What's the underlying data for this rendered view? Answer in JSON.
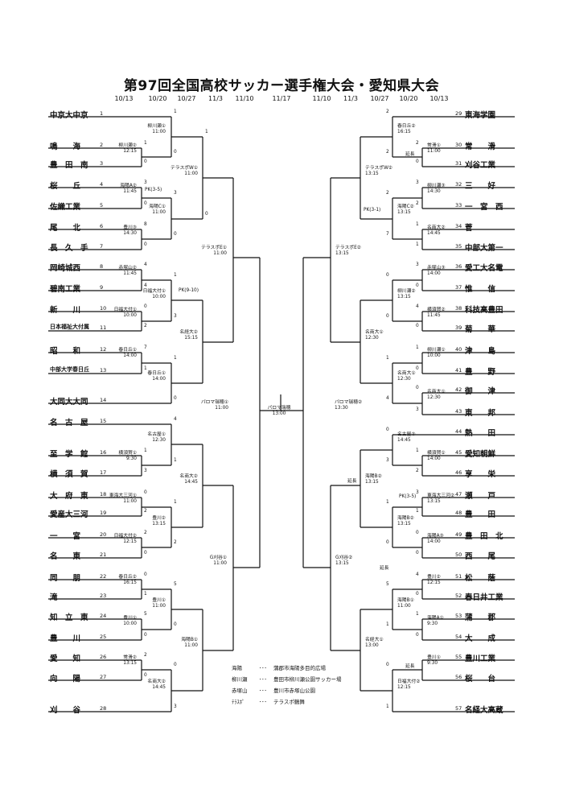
{
  "title": "第97回全国高校サッカー選手権大会・愛知県大会",
  "dates_left": [
    "10/13",
    "10/20",
    "10/27",
    "11/3",
    "11/10"
  ],
  "center_date": "11/17",
  "dates_right": [
    "11/10",
    "11/3",
    "10/27",
    "10/20",
    "10/13"
  ],
  "teams_left": [
    {
      "n": "1",
      "name": "中京大中京"
    },
    {
      "n": "2",
      "name": "鳴　　海"
    },
    {
      "n": "3",
      "name": "豊　田　南"
    },
    {
      "n": "4",
      "name": "桜　　丘"
    },
    {
      "n": "5",
      "name": "佐織工業"
    },
    {
      "n": "6",
      "name": "尾　　北"
    },
    {
      "n": "7",
      "name": "長　久　手"
    },
    {
      "n": "8",
      "name": "岡崎城西"
    },
    {
      "n": "9",
      "name": "碧南工業"
    },
    {
      "n": "10",
      "name": "新　　川"
    },
    {
      "n": "11",
      "name": "日本福祉大付属"
    },
    {
      "n": "12",
      "name": "昭　　和"
    },
    {
      "n": "13",
      "name": "中部大学春日丘"
    },
    {
      "n": "14",
      "name": "大同大大同"
    },
    {
      "n": "15",
      "name": "名　古　屋"
    },
    {
      "n": "16",
      "name": "至　学　館"
    },
    {
      "n": "17",
      "name": "横　須　賀"
    },
    {
      "n": "18",
      "name": "大　府　東"
    },
    {
      "n": "19",
      "name": "愛産大三河"
    },
    {
      "n": "20",
      "name": "一　　宮"
    },
    {
      "n": "21",
      "name": "名　　東"
    },
    {
      "n": "22",
      "name": "同　　朋"
    },
    {
      "n": "23",
      "name": "滝"
    },
    {
      "n": "24",
      "name": "知　立　東"
    },
    {
      "n": "25",
      "name": "豊　　川"
    },
    {
      "n": "26",
      "name": "愛　　知"
    },
    {
      "n": "27",
      "name": "向　　陽"
    },
    {
      "n": "28",
      "name": "刈　　谷"
    }
  ],
  "teams_right": [
    {
      "n": "29",
      "name": "東海学園"
    },
    {
      "n": "30",
      "name": "常　　滑"
    },
    {
      "n": "31",
      "name": "刈谷工業"
    },
    {
      "n": "32",
      "name": "三　　好"
    },
    {
      "n": "33",
      "name": "一　宮　西"
    },
    {
      "n": "34",
      "name": "菅"
    },
    {
      "n": "35",
      "name": "中部大第一"
    },
    {
      "n": "36",
      "name": "愛工大名電"
    },
    {
      "n": "37",
      "name": "惟　　信"
    },
    {
      "n": "38",
      "name": "科技高豊田"
    },
    {
      "n": "39",
      "name": "菊　　華"
    },
    {
      "n": "40",
      "name": "津　　島"
    },
    {
      "n": "41",
      "name": "豊　　野"
    },
    {
      "n": "42",
      "name": "御　　津"
    },
    {
      "n": "43",
      "name": "東　　邦"
    },
    {
      "n": "44",
      "name": "熱　　田"
    },
    {
      "n": "45",
      "name": "愛知朝鮮"
    },
    {
      "n": "46",
      "name": "享　　栄"
    },
    {
      "n": "47",
      "name": "瀬　　戸"
    },
    {
      "n": "48",
      "name": "豊　　田"
    },
    {
      "n": "49",
      "name": "豊　田　北"
    },
    {
      "n": "50",
      "name": "西　　尾"
    },
    {
      "n": "51",
      "name": "松　　蔭"
    },
    {
      "n": "52",
      "name": "春日井工業"
    },
    {
      "n": "53",
      "name": "蒲　　郡"
    },
    {
      "n": "54",
      "name": "大　　成"
    },
    {
      "n": "55",
      "name": "豊川工業"
    },
    {
      "n": "56",
      "name": "桜　　台"
    },
    {
      "n": "57",
      "name": "名経大高蔵"
    }
  ],
  "venue_labels": [
    {
      "text": "柳川瀬①\n11:00"
    },
    {
      "text": "柳川瀬②\n12:15"
    },
    {
      "text": "海陽A②\n11:45"
    },
    {
      "text": "海陽C①\n11:00"
    },
    {
      "text": "豊川③\n14:30"
    },
    {
      "text": "赤塚山②\n11:45"
    },
    {
      "text": "日福大付①\n10:00"
    },
    {
      "text": "日福大付①\n10:00"
    },
    {
      "text": "名経大②\n15:15"
    },
    {
      "text": "春日丘①\n14:00"
    },
    {
      "text": "春日丘①\n14:00"
    },
    {
      "text": "テラスポW①\n11:00"
    },
    {
      "text": "テラスポE①\n11:00"
    },
    {
      "text": "名古屋①\n12:30"
    },
    {
      "text": "横須賀①\n9:30"
    },
    {
      "text": "名商大②\n14:45"
    },
    {
      "text": "東海大三河①\n11:00"
    },
    {
      "text": "豊川②\n13:15"
    },
    {
      "text": "日福大付②\n12:15"
    },
    {
      "text": "G刈谷①\n11:00"
    },
    {
      "text": "春日丘②\n16:15"
    },
    {
      "text": "豊川①\n11:00"
    },
    {
      "text": "豊川①\n10:00"
    },
    {
      "text": "海陽B①\n11:00"
    },
    {
      "text": "常滑②\n13:15"
    },
    {
      "text": "名商大②\n14:45"
    },
    {
      "text": "パロマ瑞穂①\n11:00"
    },
    {
      "text": "パロマ瑞穂\n13:00"
    },
    {
      "text": "パロマ瑞穂②\n13:30"
    },
    {
      "text": "春日丘②\n16:15"
    },
    {
      "text": "常滑①\n11:00"
    },
    {
      "text": "テラスポW②\n13:15"
    },
    {
      "text": "柳川瀬③\n14:30"
    },
    {
      "text": "海陽C②\n13:15"
    },
    {
      "text": "名商大②\n14:45"
    },
    {
      "text": "テラスポE②\n13:15"
    },
    {
      "text": "赤塚山③\n14:00"
    },
    {
      "text": "柳川瀬②\n13:15"
    },
    {
      "text": "横須賀②\n11:45"
    },
    {
      "text": "名商大①\n12:30"
    },
    {
      "text": "柳川瀬①\n10:00"
    },
    {
      "text": "名商大①\n12:30"
    },
    {
      "text": "名商大①\n12:30"
    },
    {
      "text": "名古屋②\n14:45"
    },
    {
      "text": "横須賀①\n14:00"
    },
    {
      "text": "海陽B②\n13:15"
    },
    {
      "text": "東海大三河②\n13:15"
    },
    {
      "text": "海陽B②\n13:15"
    },
    {
      "text": "海陽A③\n14:00"
    },
    {
      "text": "G刈谷②\n13:15"
    },
    {
      "text": "豊川②\n12:15"
    },
    {
      "text": "海陽B①\n11:00"
    },
    {
      "text": "海陽A①\n9:30"
    },
    {
      "text": "名経大①\n13:00"
    },
    {
      "text": "豊川①\n9:30"
    },
    {
      "text": "日福大付②\n12:15"
    }
  ],
  "notes": [
    "PK(3-5)",
    "PK(9-10)",
    "PK(3-1)",
    "PK(3-5)",
    "延長",
    "延長",
    "延長",
    "延長"
  ],
  "scores": [
    "1",
    "0",
    "3",
    "0",
    "8",
    "0",
    "4",
    "4",
    "0",
    "2",
    "7",
    "1",
    "1",
    "3",
    "0",
    "2",
    "2",
    "0",
    "0",
    "1",
    "5",
    "0",
    "2",
    "0",
    "1",
    "0",
    "3",
    "0",
    "1",
    "3",
    "1",
    "0",
    "4",
    "1",
    "1",
    "2",
    "5",
    "0",
    "0",
    "3",
    "1",
    "0",
    "2",
    "0",
    "3",
    "2",
    "1",
    "1",
    "3",
    "0",
    "4",
    "0",
    "1",
    "0",
    "0",
    "3",
    "1",
    "2",
    "3",
    "1",
    "0",
    "0",
    "4",
    "0",
    "1",
    "0",
    "2",
    "2",
    "2",
    "7",
    "0",
    "0",
    "1",
    "4",
    "0",
    "3",
    "1",
    "0",
    "5",
    "1",
    "0",
    "1"
  ],
  "legend": [
    {
      "key": "海陽",
      "val": "蒲郡市海陽多目的広場"
    },
    {
      "key": "柳川瀬",
      "val": "豊田市柳川瀬公園サッカー場"
    },
    {
      "key": "赤塚山",
      "val": "豊川市赤塚山公園"
    },
    {
      "key": "ﾃﾗｽﾎﾟ",
      "val": "テラスポ鶴舞"
    }
  ],
  "legend_sep": "･･･"
}
